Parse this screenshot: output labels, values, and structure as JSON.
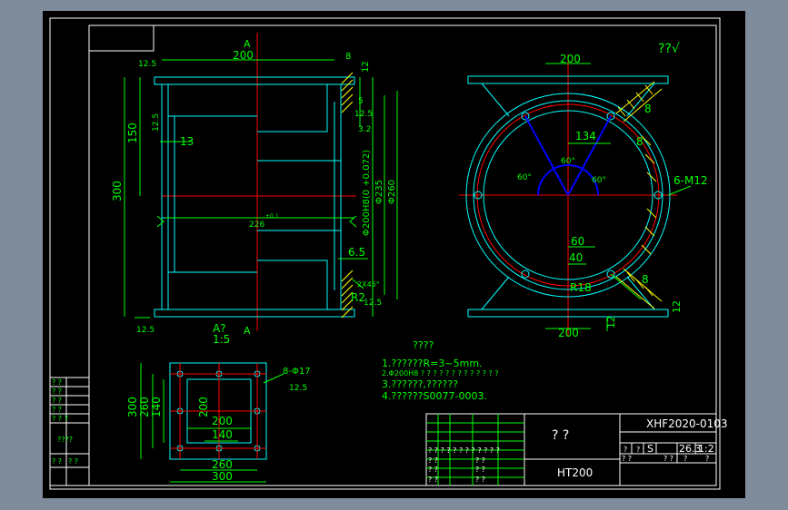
{
  "colors": {
    "background": "#000000",
    "outer_frame": "#7f8c9b",
    "border": "#ffffff",
    "outline": "#00ffff",
    "dimension": "#00ff00",
    "centerline": "#ff0000",
    "hatch": "#ffff00",
    "hidden": "#4040ff"
  },
  "views": {
    "front": {
      "section_mark_top": "A",
      "section_mark_bottom": "A",
      "dim_top_width": "200",
      "dim_flange_thk": "8",
      "dim_flange_h": "12",
      "rough_top": "12.5",
      "rough_left": "12.5",
      "rough_bottom": "12.5",
      "rough_right1": "12.5",
      "rough_right2": "3.2",
      "rough_r2": "12.5",
      "dim_150": "150",
      "dim_300": "300",
      "dim_13": "13",
      "dim_5": "5",
      "dim_bore": "Φ200H8(0 +0.072)",
      "dim_235": "Φ235",
      "dim_260": "Φ260",
      "dim_226": "226",
      "dim_226_tol": "+0.1",
      "dim_6_5": "6.5",
      "dim_chamfer": "2X45°",
      "dim_r2": "R2",
      "view_label": "A?",
      "scale": "1:5"
    },
    "side": {
      "dim_200_top": "200",
      "dim_200_bottom": "200",
      "dim_134": "134",
      "dim_60": "60",
      "dim_40": "40",
      "dim_r18": "R18",
      "dim_8a": "8",
      "dim_8b": "8",
      "dim_8c": "8",
      "dim_12": "12",
      "dim_12b": "12",
      "angle_a": "60°",
      "angle_b": "60°",
      "angle_c": "60°",
      "holes": "6-M12",
      "sym_mark": "??√"
    },
    "plan": {
      "dim_300v": "300",
      "dim_260v": "260",
      "dim_140v": "140",
      "dim_200v": "200",
      "dim_200h": "200",
      "dim_140h": "140",
      "dim_260h": "260",
      "dim_300h": "300",
      "holes": "8-Φ17",
      "rough": "12.5"
    }
  },
  "notes": {
    "title": "????",
    "items": [
      "1.??????R=3~5mm.",
      "2.Φ200H8 ? ? ? ? ? ? ? ? ? ? ? ? ?",
      "3.??????,??????",
      "4.??????S0077-0003."
    ]
  },
  "title_block": {
    "drawing_no": "XHF2020-0103",
    "part_name": "?  ?",
    "material": "HT200",
    "mark_s": "S",
    "weight": "26.3",
    "scale": "1:2",
    "row_text": "? ? ? ? ? ? ? ? ? ? ? ?",
    "q_a": "?  ?",
    "q_b": "?  ?",
    "q_c": "?  ?",
    "q_d": "?  ?",
    "q_e": "?  ?",
    "q_f": "?  ?",
    "q_g": "?  ?",
    "q_h": "?  ?",
    "q_i": "?",
    "q_j": "?",
    "q_k": "?",
    "q_l": "?"
  },
  "left_strip": {
    "r1": "? ?",
    "r2": "? ?",
    "r3": "? ?",
    "r4": "? ?",
    "r5": "? ? ?",
    "r6": "????",
    "r7": "? ?",
    "r8": "? ?"
  }
}
